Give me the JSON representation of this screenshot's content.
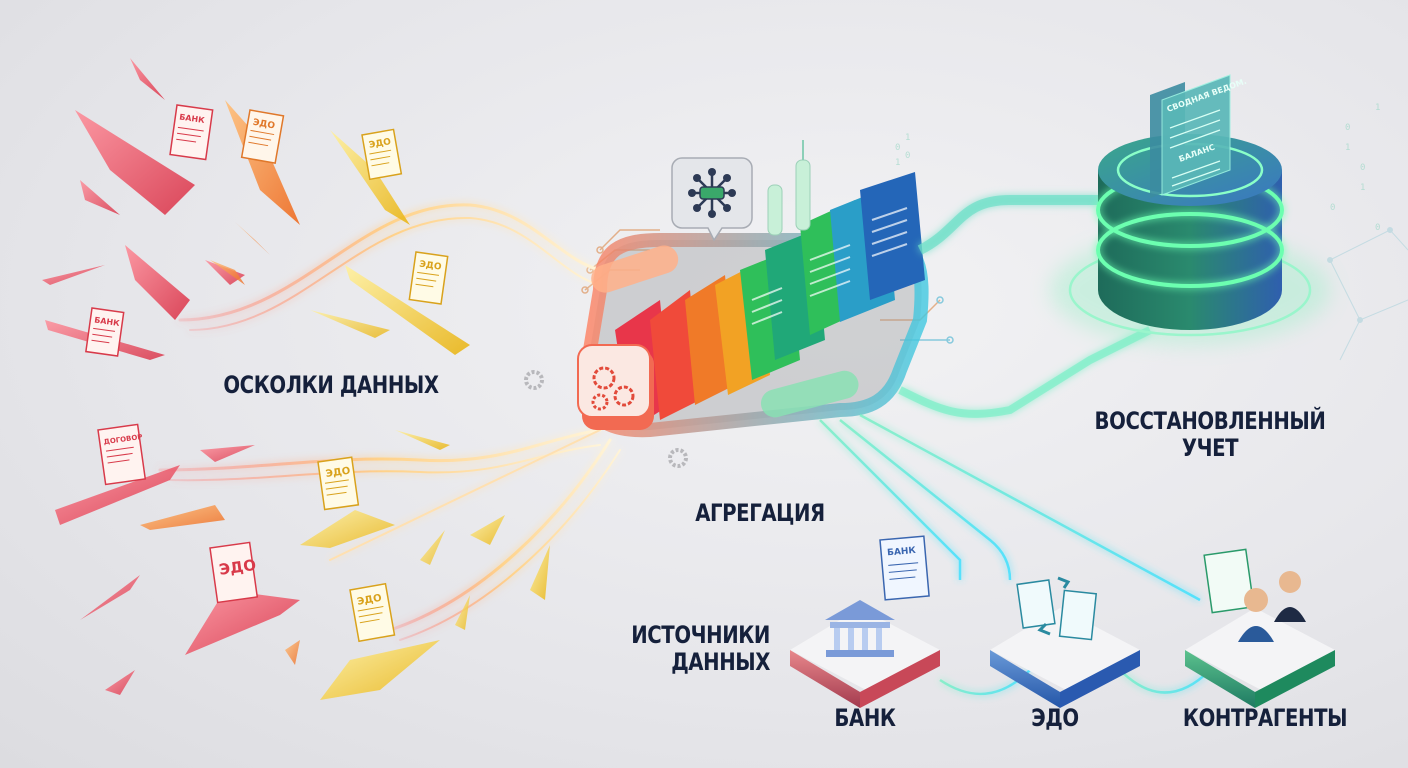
{
  "labels": {
    "shards": "ОСКОЛКИ ДАННЫХ",
    "aggregation": "АГРЕГАЦИЯ",
    "restored_line1": "ВОССТАНОВЛЕННЫЙ",
    "restored_line2": "УЧЕТ",
    "sources_line1": "ИСТОЧНИКИ",
    "sources_line2": "ДАННЫХ",
    "bank": "БАНК",
    "edo": "ЭДО",
    "counterparties": "КОНТРАГЕНТЫ"
  },
  "shard_documents": [
    {
      "label": "БАНК",
      "color": "#d83a4a"
    },
    {
      "label": "ЭДО",
      "color": "#e0782a"
    },
    {
      "label": "ЭДО",
      "color": "#d9a21c"
    },
    {
      "label": "ЭДО",
      "color": "#d9a21c"
    },
    {
      "label": "БАНК",
      "color": "#d83a4a"
    },
    {
      "label": "ДОГОВОР",
      "color": "#d83a4a"
    },
    {
      "label": "ЭДО",
      "color": "#d9a21c"
    },
    {
      "label": "ЭДО",
      "color": "#d83a4a"
    },
    {
      "label": "ЭДО",
      "color": "#d9a21c"
    }
  ],
  "database_document": {
    "title": "СВОДНАЯ ВЕДОМ.",
    "subtitle": "БАЛАНС"
  },
  "source_document_label": "БАНК",
  "icons": [
    "hub-network-icon",
    "gears-icon",
    "bank-building-icon",
    "document-exchange-icon",
    "people-icon",
    "database-icon"
  ],
  "colors": {
    "text": "#15203b",
    "red": "#e8364a",
    "orange": "#f07a28",
    "yellow": "#f2c21c",
    "green": "#2fbf5a",
    "teal": "#1fa3a0",
    "blue": "#2466b8",
    "glow_green": "#3dffb0"
  }
}
